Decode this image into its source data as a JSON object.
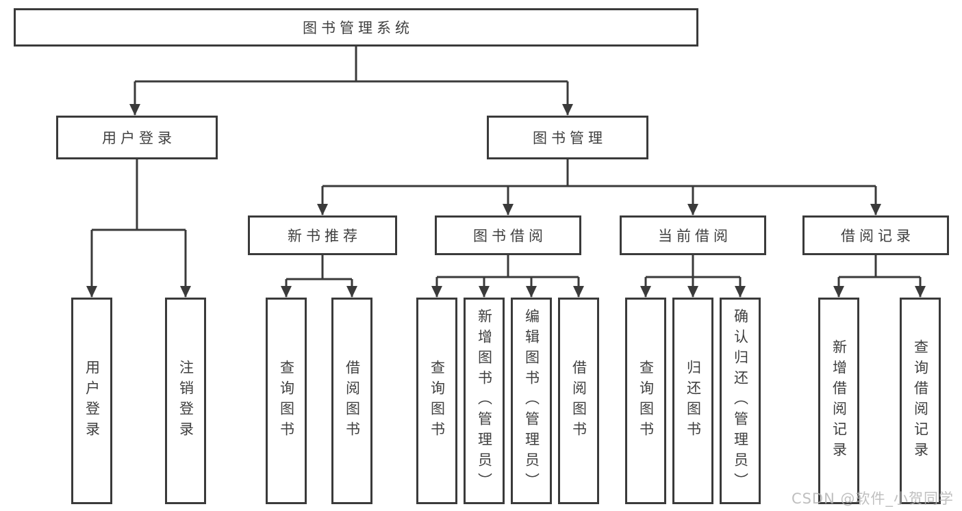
{
  "colors": {
    "line": "#3a3a3a",
    "text": "#3f3f3f",
    "background": "#ffffff",
    "watermark": "#b4b4b4"
  },
  "watermark": {
    "text": "CSDN @软件_小贺同学"
  },
  "tree": {
    "label": "图书管理系统",
    "children": [
      {
        "label": "用户登录",
        "children": [
          {
            "label": "用户登录"
          },
          {
            "label": "注销登录"
          }
        ]
      },
      {
        "label": "图书管理",
        "children": [
          {
            "label": "新书推荐",
            "children": [
              {
                "label": "查询图书"
              },
              {
                "label": "借阅图书"
              }
            ]
          },
          {
            "label": "图书借阅",
            "children": [
              {
                "label": "查询图书"
              },
              {
                "label": "新增图书（管理员）"
              },
              {
                "label": "编辑图书（管理员）"
              },
              {
                "label": "借阅图书"
              }
            ]
          },
          {
            "label": "当前借阅",
            "children": [
              {
                "label": "查询图书"
              },
              {
                "label": "归还图书"
              },
              {
                "label": "确认归还（管理员）"
              }
            ]
          },
          {
            "label": "借阅记录",
            "children": [
              {
                "label": "新增借阅记录"
              },
              {
                "label": "查询借阅记录"
              }
            ]
          }
        ]
      }
    ]
  }
}
